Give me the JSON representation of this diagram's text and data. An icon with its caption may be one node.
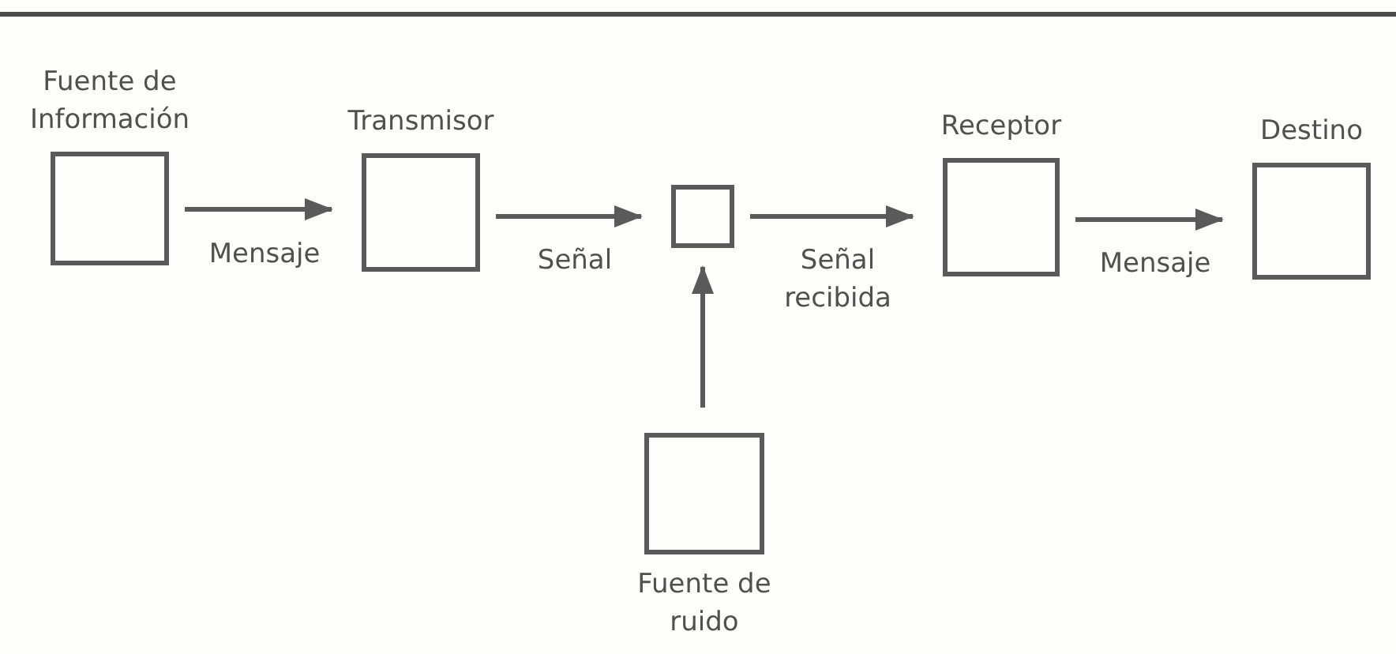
{
  "diagram": {
    "nodes": [
      {
        "text": [
          "Fuente de Información"
        ]
      },
      {
        "text": [
          "Transmisor"
        ]
      },
      {
        "text": [],
        "shape": "box"
      },
      {
        "text": [
          "Receptor"
        ]
      },
      {
        "text": [
          "Destino"
        ]
      },
      {
        "text": [
          "Fuente de ruido"
        ]
      }
    ],
    "edges": [
      {
        "from": 0,
        "to": 1,
        "arrow": "to",
        "label": "Mensaje"
      },
      {
        "from": 1,
        "to": 2,
        "arrow": "to",
        "label": "Señal"
      },
      {
        "from": 2,
        "to": 3,
        "arrow": "to",
        "label": "Señal recibida"
      },
      {
        "from": 3,
        "to": 4,
        "arrow": "to",
        "label": "Mensaje"
      },
      {
        "from": 5,
        "to": 2,
        "arrow": "to"
      }
    ]
  }
}
